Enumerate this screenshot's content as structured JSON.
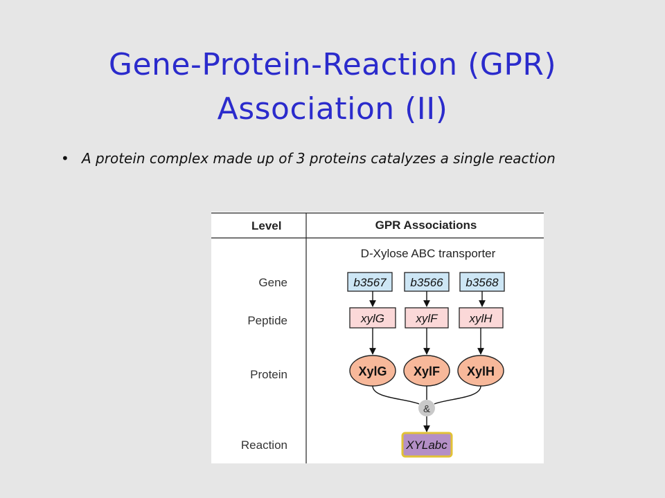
{
  "slide": {
    "title_line1": "Gene-Protein-Reaction (GPR)",
    "title_line2": "Association (II)",
    "bullets": [
      {
        "marker": "•",
        "text": "A protein complex made up of 3 proteins catalyzes a single reaction"
      }
    ]
  },
  "figure": {
    "header_level": "Level",
    "header_gpr": "GPR Associations",
    "subtitle": "D-Xylose ABC transporter",
    "levels": {
      "gene": "Gene",
      "peptide": "Peptide",
      "protein": "Protein",
      "reaction": "Reaction"
    },
    "genes": [
      "b3567",
      "b3566",
      "b3568"
    ],
    "peptides": [
      "xylG",
      "xylF",
      "xylH"
    ],
    "proteins": [
      "XylG",
      "XylF",
      "XylH"
    ],
    "and_operator": "&",
    "reaction": "XYLabc",
    "colors": {
      "gene_fill": "#cde6f5",
      "peptide_fill": "#fbd8d8",
      "protein_fill": "#f7b89a",
      "reaction_fill": "#b48fc6",
      "reaction_border": "#e2c236",
      "and_fill": "#c9c9c9",
      "title_color": "#2b2bcc"
    }
  }
}
